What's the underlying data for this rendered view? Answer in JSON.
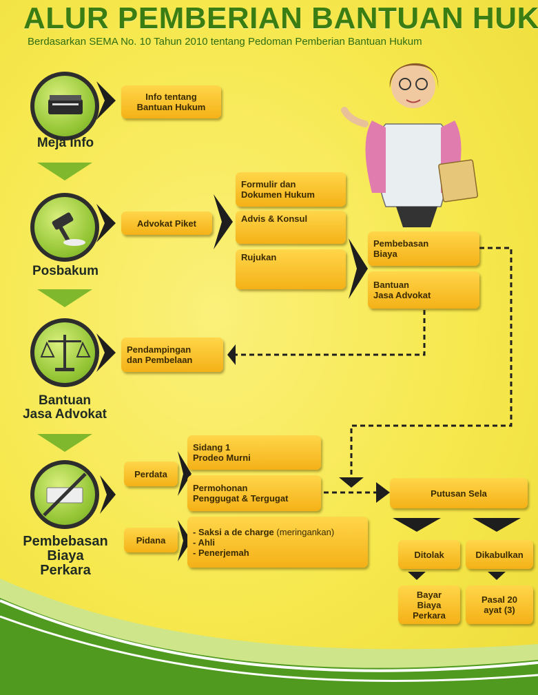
{
  "header": {
    "title": "ALUR PEMBERIAN BANTUAN HUKUM",
    "subtitle": "Berdasarkan SEMA No. 10 Tahun 2010 tentang Pedoman Pemberian Bantuan Hukum"
  },
  "stages": {
    "meja_info": "Meja Info",
    "posbakum": "Posbakum",
    "bantuan": "Bantuan\nJasa Advokat",
    "pembebasan": "Pembebasan\nBiaya\nPerkara"
  },
  "boxes": {
    "info": "Info tentang\nBantuan Hukum",
    "advokat_piket": "Advokat Piket",
    "formulir": "Formulir dan\nDokumen Hukum",
    "advis": "Advis & Konsul",
    "rujukan": "Rujukan",
    "pembebasan_biaya": "Pembebasan\nBiaya",
    "bantuan_jasa": "Bantuan\nJasa Advokat",
    "pendampingan": "Pendampingan\ndan Pembelaan",
    "perdata": "Perdata",
    "pidana": "Pidana",
    "sidang": "Sidang 1\nProdeo Murni",
    "permohonan": "Permohonan\nPenggugat & Tergugat",
    "saksi": "- Saksi a de charge",
    "saksi_note": "(meringankan)",
    "ahli": "- Ahli",
    "penerjemah": "- Penerjemah",
    "putusan_sela": "Putusan Sela",
    "ditolak": "Ditolak",
    "dikabulkan": "Dikabulkan",
    "bayar": "Bayar Biaya\nPerkara",
    "pasal": "Pasal 20\nayat (3)"
  },
  "icons": {
    "meja_info": "book-icon",
    "posbakum": "gavel-icon",
    "bantuan": "scales-icon",
    "pembebasan": "no-money-icon",
    "person": "teacher-illustration"
  },
  "colors": {
    "title": "#3a7d13",
    "box": "#f9c52e",
    "arrow_green": "#7fb82c",
    "arrow_dark": "#1e1e1e",
    "icon_green": "#93c534"
  }
}
